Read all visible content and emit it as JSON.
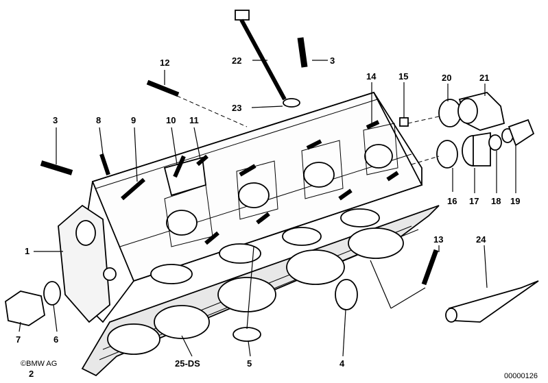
{
  "callouts": [
    {
      "id": "c1",
      "label": "1"
    },
    {
      "id": "c2",
      "label": "2"
    },
    {
      "id": "c3a",
      "label": "3"
    },
    {
      "id": "c3b",
      "label": "3"
    },
    {
      "id": "c4",
      "label": "4"
    },
    {
      "id": "c5",
      "label": "5"
    },
    {
      "id": "c6",
      "label": "6"
    },
    {
      "id": "c7",
      "label": "7"
    },
    {
      "id": "c8",
      "label": "8"
    },
    {
      "id": "c9",
      "label": "9"
    },
    {
      "id": "c10",
      "label": "10"
    },
    {
      "id": "c11",
      "label": "11"
    },
    {
      "id": "c12",
      "label": "12"
    },
    {
      "id": "c13",
      "label": "13"
    },
    {
      "id": "c14",
      "label": "14"
    },
    {
      "id": "c15",
      "label": "15"
    },
    {
      "id": "c16",
      "label": "16"
    },
    {
      "id": "c17",
      "label": "17"
    },
    {
      "id": "c18",
      "label": "18"
    },
    {
      "id": "c19",
      "label": "19"
    },
    {
      "id": "c20",
      "label": "20"
    },
    {
      "id": "c21",
      "label": "21"
    },
    {
      "id": "c22",
      "label": "22"
    },
    {
      "id": "c23",
      "label": "23"
    },
    {
      "id": "c24",
      "label": "24"
    },
    {
      "id": "c25",
      "label": "25-DS"
    }
  ],
  "copyright": "©BMW AG",
  "diagram_number": "00000126"
}
